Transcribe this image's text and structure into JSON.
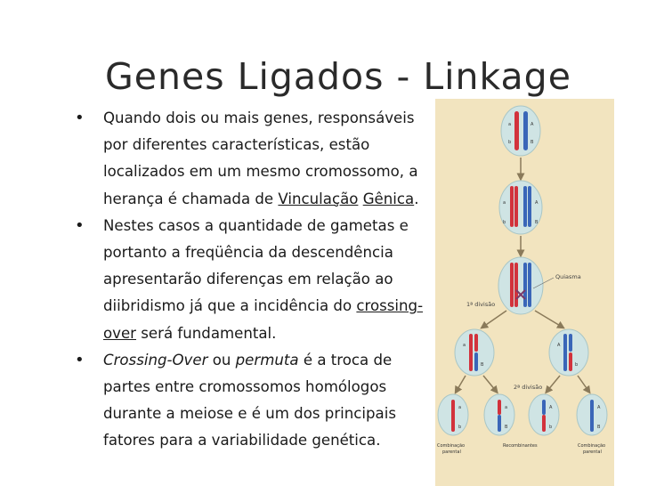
{
  "slide": {
    "title": "Genes Ligados - Linkage",
    "bullets": [
      {
        "pre": "Quando dois ou mais genes, responsáveis por diferentes características, estão localizados em um mesmo cromossomo, a herança é chamada de ",
        "link1": "Vinculação",
        "space": " ",
        "link2": "Gênica",
        "post": "."
      },
      {
        "pre": "Nestes casos a quantidade de gametas e portanto a freqüência da descendência apresentarão diferenças em relação ao diibridismo já que a incidência do ",
        "link1": "crossing-over",
        "post": " será fundamental."
      },
      {
        "italic1": "Crossing-Over",
        "mid1": " ou ",
        "italic2": "permuta",
        "post": " é a troca de partes entre cromossomos homólogos durante a meiose e é um dos principais fatores para a variabilidade genética."
      }
    ]
  },
  "figure": {
    "label_quiasma": "Quiasma",
    "label_div1": "1ª divisão",
    "label_div2": "2ª divisão",
    "label_comb_left_1": "Combinação",
    "label_comb_left_2": "parental",
    "label_recomb": "Recombinantes",
    "label_comb_right_1": "Combinação",
    "label_comb_right_2": "parental",
    "gene_a": "a",
    "gene_A": "A",
    "gene_b": "b",
    "gene_B": "B",
    "colors": {
      "background": "#f2e4bf",
      "cell": "#cfe4e4",
      "red": "#d2323c",
      "blue": "#3a66b8",
      "arrow": "#8a7a5a"
    }
  }
}
